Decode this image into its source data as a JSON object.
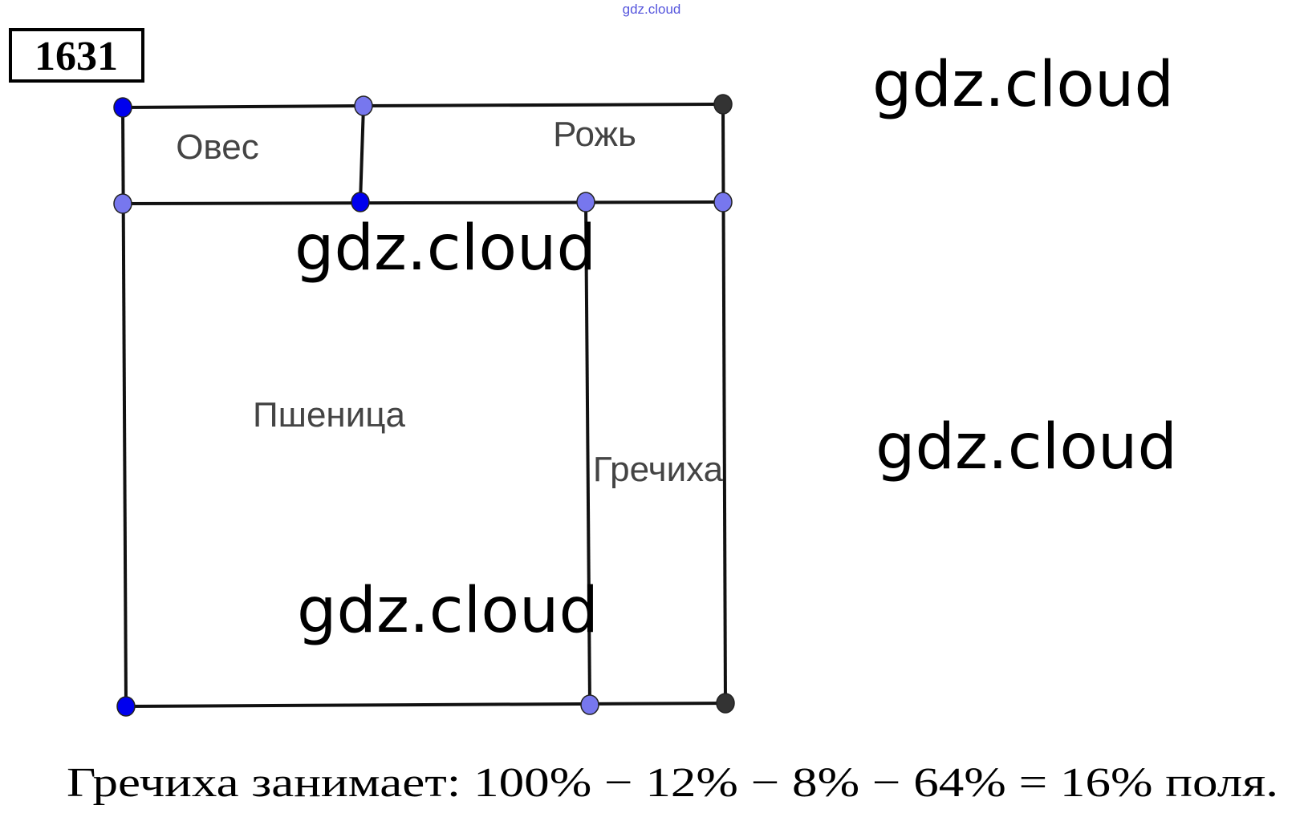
{
  "problem_number": "1631",
  "top_watermark": "gdz.cloud",
  "watermark": "gdz.cloud",
  "regions": {
    "oats": "Овес",
    "rye": "Рожь",
    "wheat": "Пшеница",
    "buckwheat": "Гречиха"
  },
  "answer": "Гречиха занимает: 100% − 12% − 8% − 64%  =  16% поля.",
  "colors": {
    "point_dark_blue": "#0000ee",
    "point_light_blue": "#7777ee",
    "point_gray": "#333333"
  }
}
